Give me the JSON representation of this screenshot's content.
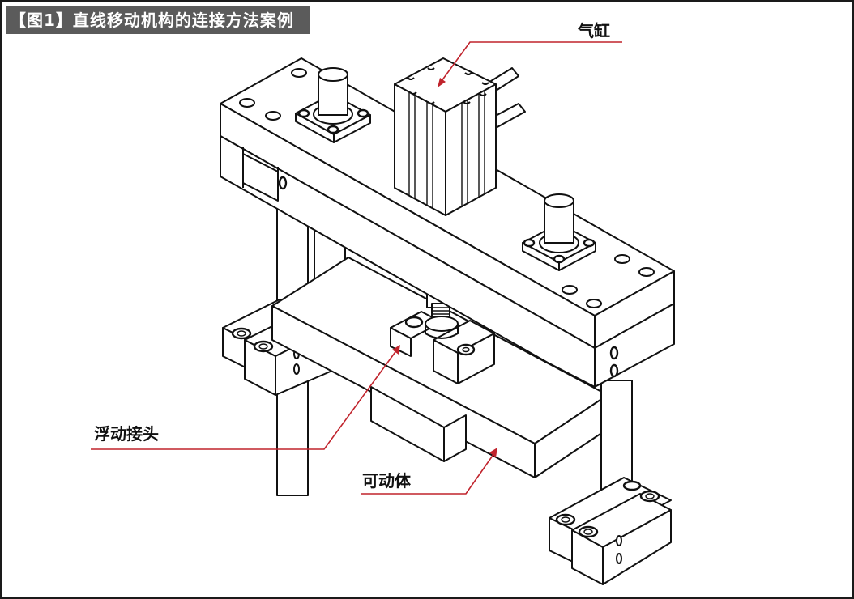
{
  "figure": {
    "title": "【图1】直线移动机构的连接方法案例",
    "title_bar_color": "#5b5b5b",
    "callout_color": "#c0232c"
  },
  "labels": {
    "cylinder": "气缸",
    "floating_joint": "浮动接头",
    "movable_body": "可动体"
  },
  "components": [
    "top-plate",
    "air-cylinder",
    "linear-bushing-left",
    "linear-bushing-right",
    "guide-shaft-left",
    "guide-shaft-right",
    "floating-joint",
    "movable-plate",
    "shaft-support-left",
    "shaft-support-right"
  ]
}
